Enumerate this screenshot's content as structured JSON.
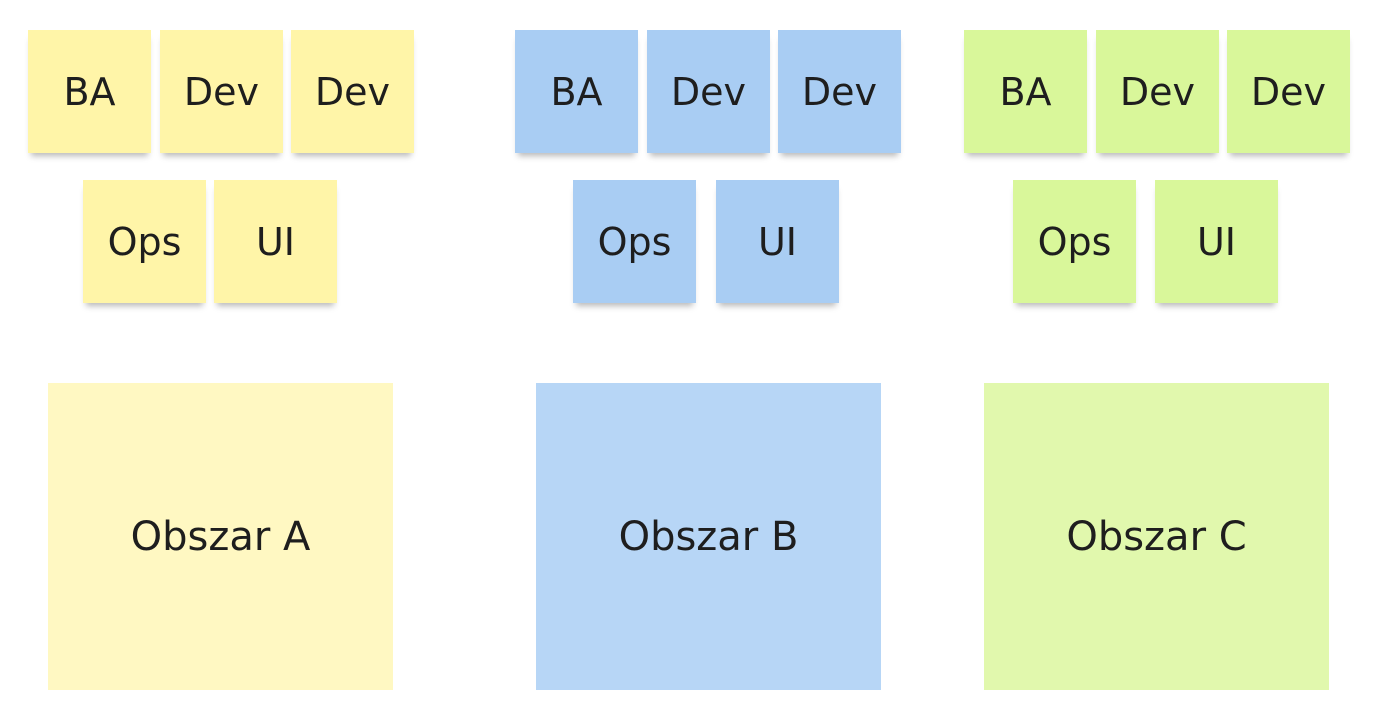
{
  "groups": [
    {
      "color": "yellow",
      "notes": [
        "BA",
        "Dev",
        "Dev",
        "Ops",
        "UI"
      ],
      "area_label": "Obszar A"
    },
    {
      "color": "blue",
      "notes": [
        "BA",
        "Dev",
        "Dev",
        "Ops",
        "UI"
      ],
      "area_label": "Obszar B"
    },
    {
      "color": "green",
      "notes": [
        "BA",
        "Dev",
        "Dev",
        "Ops",
        "UI"
      ],
      "area_label": "Obszar C"
    }
  ],
  "colors": {
    "yellow_note": "#fff5a8",
    "blue_note": "#a9cdf3",
    "green_note": "#d9f79a",
    "yellow_area": "#fff8c2",
    "blue_area": "#b7d6f6",
    "green_area": "#e1f8ad"
  }
}
